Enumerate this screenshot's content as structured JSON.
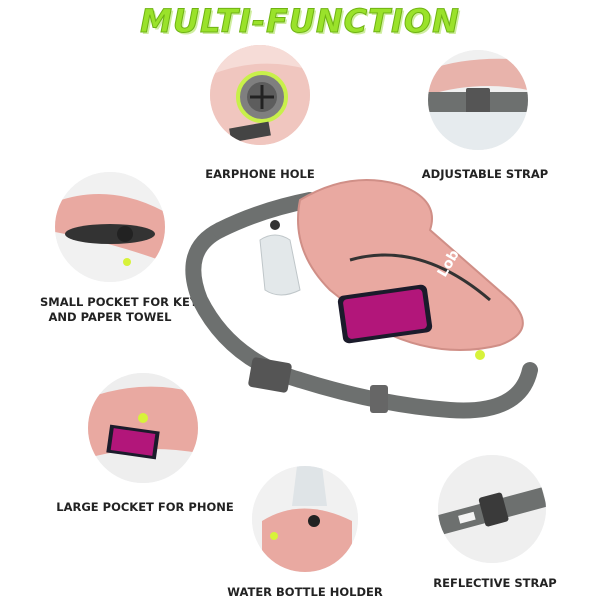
{
  "title": "MULTI-FUNCTION",
  "brand": "Lobeal",
  "colors": {
    "accent": "#9ae22a",
    "bag_pink": "#e9a9a1",
    "strap_gray": "#6d706f"
  },
  "features": [
    {
      "label": "EARPHONE HOLE"
    },
    {
      "label": "ADJUSTABLE STRAP"
    },
    {
      "label_line1": "SMALL POCKET FOR KEY",
      "label_line2": "AND PAPER TOWEL"
    },
    {
      "label": "LARGE POCKET FOR PHONE"
    },
    {
      "label": "WATER BOTTLE HOLDER"
    },
    {
      "label": "REFLECTIVE STRAP"
    }
  ]
}
